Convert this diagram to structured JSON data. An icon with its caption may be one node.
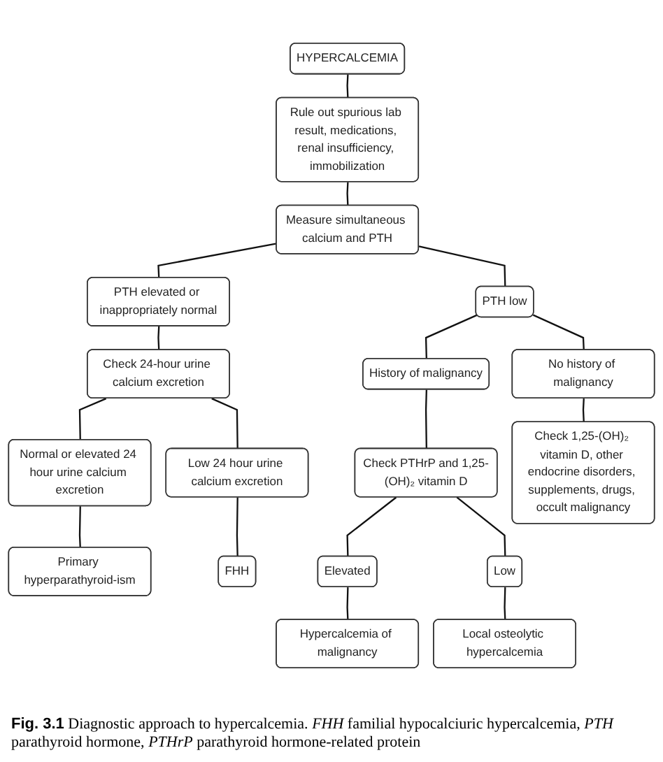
{
  "diagram": {
    "caption": "**Fig. 3.1** Diagnostic approach to hypercalcemia. *FHH* familial hypocalciuric hypercalcemia, *PTH* parathyroid hormone, *PTHrP* parathyroid hormone-related protein",
    "nodes": [
      {
        "text": [
          "HYPERCALCEMIA"
        ]
      },
      {
        "text": [
          "Rule out spurious lab result, medications, renal insufficiency, immobilization"
        ]
      },
      {
        "text": [
          "Measure simultaneous calcium and PTH"
        ]
      },
      {
        "text": [
          "PTH elevated or inappropriately normal"
        ]
      },
      {
        "text": [
          "PTH low"
        ]
      },
      {
        "text": [
          "Check 24-hour urine calcium excretion"
        ]
      },
      {
        "text": [
          "History of malignancy"
        ]
      },
      {
        "text": [
          "No history of malignancy"
        ]
      },
      {
        "text": [
          "Normal or elevated 24 hour urine calcium excretion"
        ]
      },
      {
        "text": [
          "Low 24 hour urine calcium excretion"
        ]
      },
      {
        "text": [
          "Check PTHrP and 1,25-(OH)₂ vitamin D"
        ]
      },
      {
        "text": [
          "Check 1,25-(OH)₂ vitamin D, other endocrine disorders, supplements, drugs, occult malignancy"
        ]
      },
      {
        "text": [
          "Primary hyperparathyroid-ism"
        ]
      },
      {
        "text": [
          "FHH"
        ]
      },
      {
        "text": [
          "Elevated"
        ]
      },
      {
        "text": [
          "Low"
        ]
      },
      {
        "text": [
          "Hypercalcemia of malignancy"
        ]
      },
      {
        "text": [
          "Local osteolytic hypercalcemia"
        ]
      }
    ],
    "edges": [
      {
        "from": 0,
        "to": 1,
        "arrow": "none"
      },
      {
        "from": 1,
        "to": 2,
        "arrow": "none"
      },
      {
        "from": 2,
        "to": 3,
        "arrow": "none"
      },
      {
        "from": 2,
        "to": 4,
        "arrow": "none"
      },
      {
        "from": 3,
        "to": 5,
        "arrow": "none"
      },
      {
        "from": 4,
        "to": 6,
        "arrow": "none"
      },
      {
        "from": 4,
        "to": 7,
        "arrow": "none"
      },
      {
        "from": 5,
        "to": 8,
        "arrow": "none"
      },
      {
        "from": 5,
        "to": 9,
        "arrow": "none"
      },
      {
        "from": 6,
        "to": 10,
        "arrow": "none"
      },
      {
        "from": 7,
        "to": 11,
        "arrow": "none"
      },
      {
        "from": 8,
        "to": 12,
        "arrow": "none"
      },
      {
        "from": 9,
        "to": 13,
        "arrow": "none"
      },
      {
        "from": 10,
        "to": 14,
        "arrow": "none"
      },
      {
        "from": 10,
        "to": 15,
        "arrow": "none"
      },
      {
        "from": 14,
        "to": 16,
        "arrow": "none"
      },
      {
        "from": 15,
        "to": 17,
        "arrow": "none"
      }
    ]
  }
}
